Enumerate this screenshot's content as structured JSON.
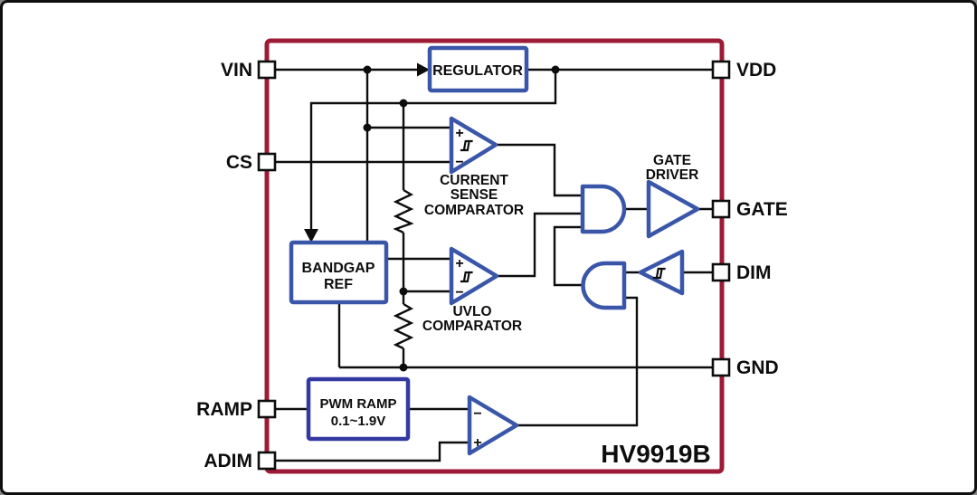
{
  "diagram": {
    "part_number": "HV9919B",
    "pins": {
      "left": [
        {
          "name": "VIN"
        },
        {
          "name": "CS"
        },
        {
          "name": "RAMP"
        },
        {
          "name": "ADIM"
        }
      ],
      "right": [
        {
          "name": "VDD"
        },
        {
          "name": "GATE"
        },
        {
          "name": "DIM"
        },
        {
          "name": "GND"
        }
      ]
    },
    "blocks": {
      "regulator": {
        "label": "REGULATOR"
      },
      "bandgap": {
        "lines": [
          "BANDGAP",
          "REF"
        ]
      },
      "pwm_ramp": {
        "lines": [
          "PWM RAMP",
          "0.1~1.9V"
        ]
      },
      "current_sense_comparator": {
        "lines": [
          "CURRENT",
          "SENSE",
          "COMPARATOR"
        ]
      },
      "uvlo_comparator": {
        "lines": [
          "UVLO",
          "COMPARATOR"
        ]
      },
      "gate_driver": {
        "lines": [
          "GATE",
          "DRIVER"
        ]
      }
    },
    "symbols": {
      "plus": "+",
      "minus": "−"
    },
    "colors": {
      "blue": "#3a56a9",
      "navy": "#3339a0",
      "maroon": "#9d1b36",
      "wire": "#0d0d0d"
    }
  }
}
